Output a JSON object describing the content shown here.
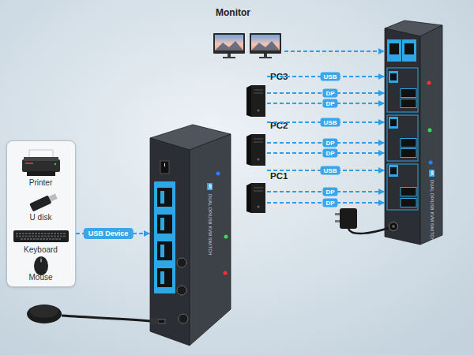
{
  "diagram": {
    "nodes": [
      {
        "text": [
          "Monitor"
        ]
      },
      {
        "text": [
          "PC3"
        ]
      },
      {
        "text": [
          "PC2"
        ]
      },
      {
        "text": [
          "PC1"
        ]
      },
      {
        "text": [
          "4K",
          "DUAL DP/USB KVM SWITCH"
        ]
      },
      {
        "text": [
          "Printer",
          "U disk",
          "Keyboard",
          "Mouse"
        ]
      },
      {
        "text": [
          "4K",
          "DUAL DP/USB KVM SWITCH"
        ]
      }
    ],
    "edges": [
      {
        "from": 0,
        "to": 4,
        "arrow": "to"
      },
      {
        "from": 1,
        "to": 4,
        "label": "USB",
        "arrow": "to"
      },
      {
        "from": 1,
        "to": 4,
        "label": "DP",
        "arrow": "to"
      },
      {
        "from": 1,
        "to": 4,
        "label": "DP",
        "arrow": "to"
      },
      {
        "from": 2,
        "to": 4,
        "label": "USB",
        "arrow": "to"
      },
      {
        "from": 2,
        "to": 4,
        "label": "DP",
        "arrow": "to"
      },
      {
        "from": 2,
        "to": 4,
        "label": "DP",
        "arrow": "to"
      },
      {
        "from": 3,
        "to": 4,
        "label": "USB",
        "arrow": "to"
      },
      {
        "from": 3,
        "to": 4,
        "label": "DP",
        "arrow": "to"
      },
      {
        "from": 3,
        "to": 4,
        "label": "DP",
        "arrow": "to"
      },
      {
        "from": 5,
        "to": 6,
        "label": "USB Device",
        "arrow": "to"
      }
    ]
  }
}
